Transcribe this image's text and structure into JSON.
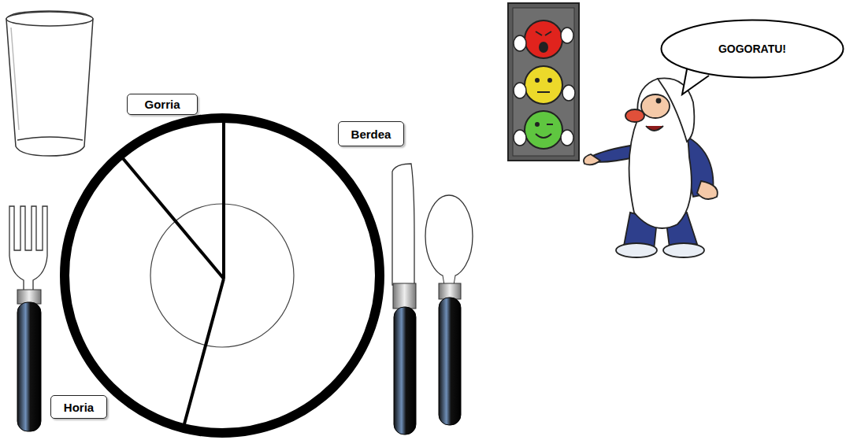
{
  "diagram": {
    "nodes": [
      {
        "text": [
          "GOGORATU!"
        ]
      },
      {
        "text": [
          "Gorria"
        ]
      },
      {
        "text": [
          "Berdea"
        ]
      },
      {
        "text": [
          "Horia"
        ]
      }
    ]
  }
}
